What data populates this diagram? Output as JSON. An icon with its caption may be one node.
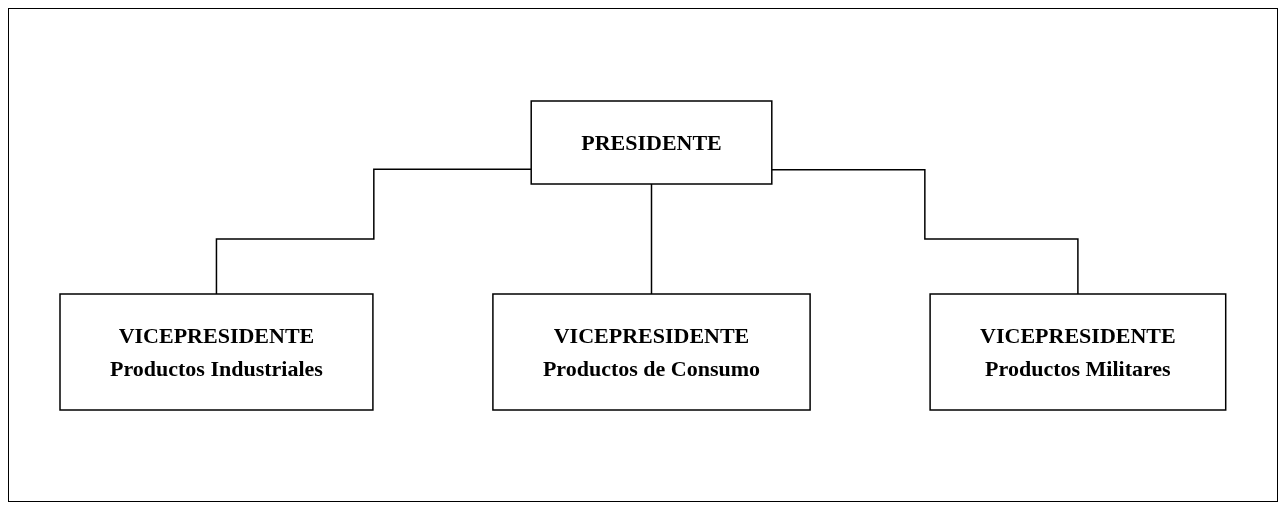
{
  "diagram": {
    "nodes": [
      {
        "text": [
          "PRESIDENTE"
        ]
      },
      {
        "text": [
          "VICEPRESIDENTE",
          "Productos Industriales"
        ]
      },
      {
        "text": [
          "VICEPRESIDENTE",
          "Productos de Consumo"
        ]
      },
      {
        "text": [
          "VICEPRESIDENTE",
          "Productos Militares"
        ]
      }
    ],
    "edges": [
      {
        "from": 0,
        "to": 1,
        "arrow": "none"
      },
      {
        "from": 0,
        "to": 2,
        "arrow": "none"
      },
      {
        "from": 0,
        "to": 3,
        "arrow": "none"
      }
    ]
  }
}
